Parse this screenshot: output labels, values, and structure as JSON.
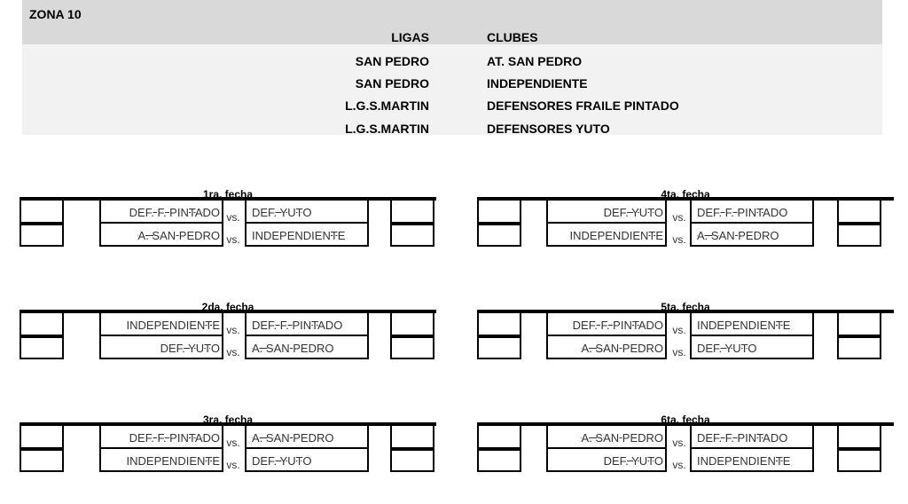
{
  "zona": {
    "title": "ZONA 10"
  },
  "headers": {
    "ligas": "LIGAS",
    "clubes": "CLUBES"
  },
  "teams": [
    {
      "liga": "SAN PEDRO",
      "club": "AT. SAN PEDRO"
    },
    {
      "liga": "SAN PEDRO",
      "club": "INDEPENDIENTE"
    },
    {
      "liga": "L.G.S.MARTIN",
      "club": "DEFENSORES FRAILE PINTADO"
    },
    {
      "liga": "L.G.S.MARTIN",
      "club": "DEFENSORES YUTO"
    }
  ],
  "vs_label": "vs.",
  "fixtures": [
    {
      "title": "1ra. fecha",
      "matches": [
        {
          "home": "DEF. F. PINTADO",
          "away": "DEF. YUTO"
        },
        {
          "home": "A. SAN PEDRO",
          "away": "INDEPENDIENTE"
        }
      ]
    },
    {
      "title": "4ta. fecha",
      "matches": [
        {
          "home": "DEF. YUTO",
          "away": "DEF. F. PINTADO"
        },
        {
          "home": "INDEPENDIENTE",
          "away": "A. SAN PEDRO"
        }
      ]
    },
    {
      "title": "2da. fecha",
      "matches": [
        {
          "home": "INDEPENDIENTE",
          "away": "DEF. F. PINTADO"
        },
        {
          "home": "DEF. YUTO",
          "away": "A. SAN PEDRO"
        }
      ]
    },
    {
      "title": "5ta. fecha",
      "matches": [
        {
          "home": "DEF. F. PINTADO",
          "away": "INDEPENDIENTE"
        },
        {
          "home": "A. SAN PEDRO",
          "away": "DEF. YUTO"
        }
      ]
    },
    {
      "title": "3ra. fecha",
      "matches": [
        {
          "home": "DEF. F. PINTADO",
          "away": "A. SAN PEDRO"
        },
        {
          "home": "INDEPENDIENTE",
          "away": "DEF. YUTO"
        }
      ]
    },
    {
      "title": "6ta. fecha",
      "matches": [
        {
          "home": "A. SAN PEDRO",
          "away": "DEF. F. PINTADO"
        },
        {
          "home": "DEF. YUTO",
          "away": "INDEPENDIENTE"
        }
      ]
    }
  ]
}
